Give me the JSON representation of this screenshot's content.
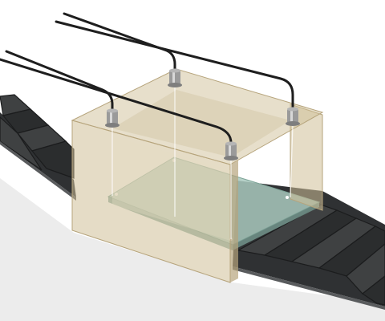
{
  "colors": {
    "background": "#ffffff",
    "floor_left": "#ececec",
    "conveyor_segment": "#3f4142",
    "conveyor_segment_dark": "#2b2d2e",
    "conveyor_gap": "#1b1c1d",
    "conveyor_edge": "#595b5d",
    "housing_tint": "#cfbf98",
    "housing_edge": "#b6a47c",
    "glass_plate": "#a9c9be",
    "glass_edge": "#7fa599",
    "cable": "#1e1e1e",
    "sensor_body": "#9a9a9a",
    "sensor_highlight": "#d8d8d8",
    "beam": "#ffffff"
  },
  "icons": {
    "sensor": "cylindrical-sensor-icon",
    "cable": "cable-line",
    "belt": "conveyor-belt",
    "housing": "translucent-enclosure",
    "plate": "glass-plate"
  },
  "components": {
    "conveyor_segments_count": 11,
    "sensors_count": 4,
    "cables_count": 4
  }
}
